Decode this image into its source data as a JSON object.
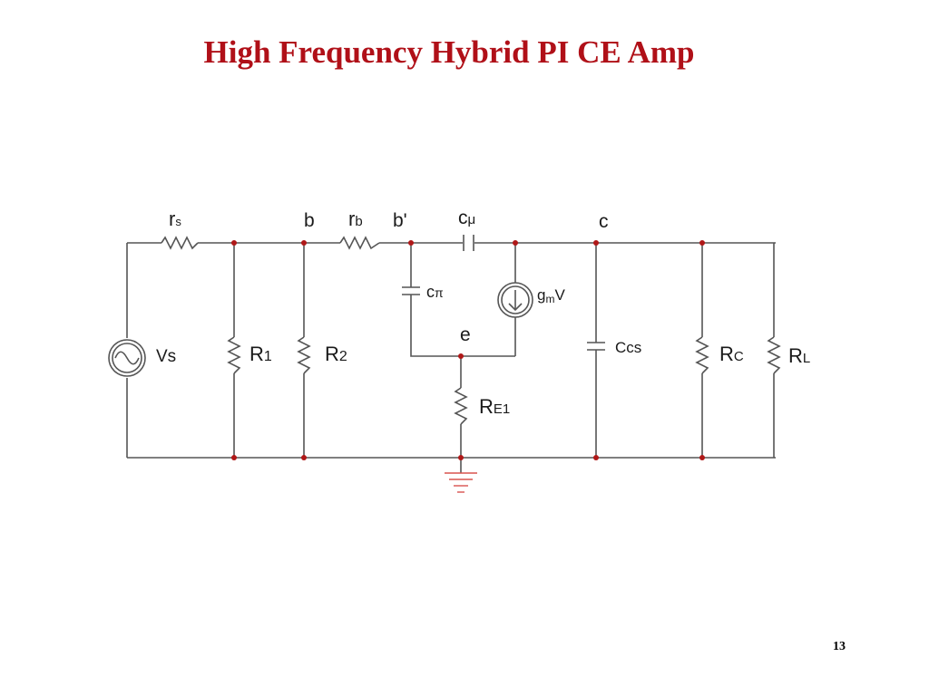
{
  "title": "High Frequency Hybrid PI CE Amp",
  "page_number": "13",
  "labels": {
    "rs": {
      "main": "r",
      "sub": "s"
    },
    "b": "b",
    "rb": {
      "main": "r",
      "sub": "b"
    },
    "b_prime": "b'",
    "c_mu": {
      "main": "c",
      "sub": "μ"
    },
    "c": "c",
    "c_pi": {
      "main": "c",
      "sub": "π"
    },
    "gm_v": {
      "main": "g",
      "sub": "m",
      "tail": "V"
    },
    "e": "e",
    "vs": "Vs",
    "r1": {
      "main": "R",
      "sub": "1"
    },
    "r2": {
      "main": "R",
      "sub": "2"
    },
    "re1": {
      "main": "R",
      "sub": "E1"
    },
    "ccs": "Ccs",
    "rc": {
      "main": "R",
      "sub": "C"
    },
    "rl": {
      "main": "R",
      "sub": "L"
    }
  },
  "colors": {
    "title": "#b01018",
    "wire": "#555555",
    "node": "#b01818",
    "ground": "#d9534f"
  }
}
